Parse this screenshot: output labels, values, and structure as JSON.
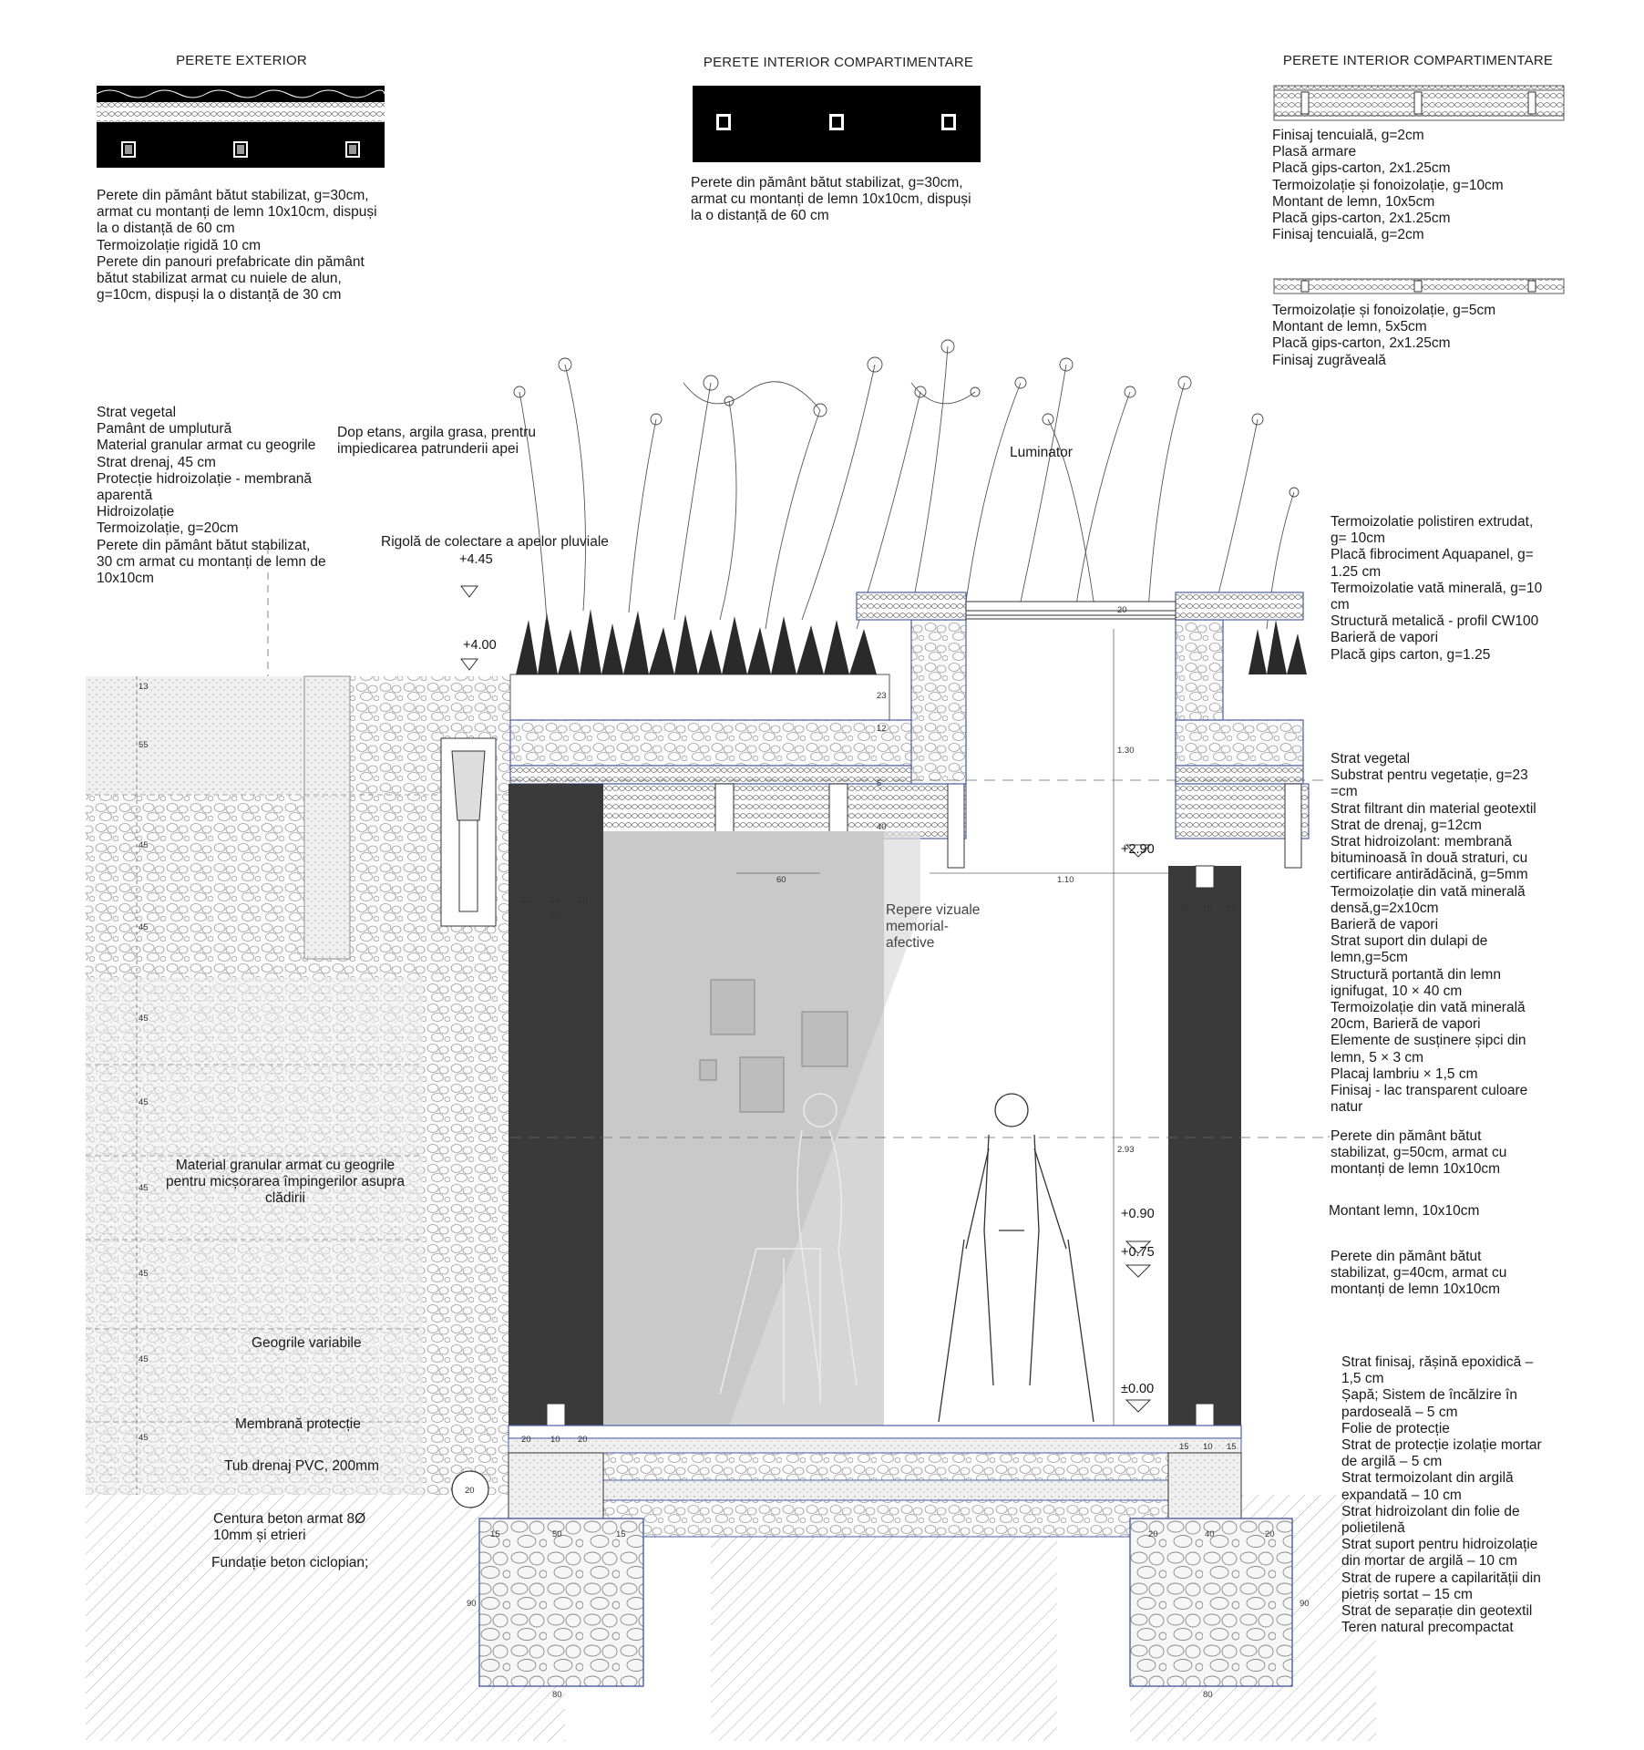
{
  "headers": {
    "exterior": "PERETE EXTERIOR",
    "interior_center": "PERETE INTERIOR  COMPARTIMENTARE",
    "interior_right": "PERETE INTERIOR  COMPARTIMENTARE"
  },
  "wall_exterior_notes": [
    "Perete din pământ bătut stabilizat, g=30cm,",
    "armat cu montanți de lemn 10x10cm, dispuși",
    "la o distanță de 60 cm",
    "Termoizolație rigidă 10 cm",
    "Perete din panouri prefabricate din pământ",
    "bătut stabilizat armat cu nuiele de alun,",
    "g=10cm, dispuși la o distanță de 30 cm"
  ],
  "wall_interior_center_notes": [
    "Perete din pământ bătut stabilizat, g=30cm,",
    "armat cu montanți de lemn 10x10cm, dispuși",
    "la o distanță de 60 cm"
  ],
  "wall_interior_right_a": [
    "Finisaj tencuială, g=2cm",
    "Plasă armare",
    "Placă gips-carton, 2x1.25cm",
    "Termoizolație și fonoizolație, g=10cm",
    "Montant de lemn, 10x5cm",
    "Placă gips-carton, 2x1.25cm",
    "Finisaj tencuială, g=2cm"
  ],
  "wall_interior_right_b": [
    "Termoizolație și fonoizolație, g=5cm",
    "Montant de lemn, 5x5cm",
    "Placă gips-carton, 2x1.25cm",
    "Finisaj zugrăveală"
  ],
  "roof_left_notes": [
    "Strat vegetal",
    "Pamânt de umplutură",
    "Material granular armat cu geogrile",
    "Strat drenaj, 45 cm",
    "Protecție hidroizolație - membrană",
    "aparentă",
    "Hidroizolație",
    "Termoizolație, g=20cm",
    "Perete din pământ bătut stabilizat,",
    "30 cm armat cu montanți de lemn de",
    "10x10cm"
  ],
  "dop_note": [
    "Dop etans, argila grasa, prentru",
    "impiedicarea patrunderii apei"
  ],
  "rigola_note": "Rigolă de colectare a apelor pluviale",
  "luminator": "Luminator",
  "skylight_notes": [
    "Termoizolatie polistiren extrudat,",
    "g= 10cm",
    "Placă fibrociment Aquapanel, g=",
    "1.25 cm",
    "Termoizolatie vată minerală, g=10",
    "cm",
    "Structură metalică - profil CW100",
    "Barieră de vapori",
    "Placă gips carton, g=1.25"
  ],
  "roof_right_notes": [
    "Strat vegetal",
    "Substrat pentru vegetație, g=23",
    "=cm",
    "Strat filtrant din material geotextil",
    "Strat de drenaj, g=12cm",
    "Strat hidroizolant: membrană",
    "bituminoasă în două straturi, cu",
    "certificare antirădăcină, g=5mm",
    "Termoizolație din vată minerală",
    "densă,g=2x10cm",
    "Barieră de vapori",
    "Strat suport din dulapi de",
    "lemn,g=5cm",
    "Structură portantă din lemn",
    "ignifugat, 10 × 40 cm",
    "Termoizolație din vată minerală",
    "20cm, Barieră de vapori",
    "Elemente de susținere șipci din",
    "lemn, 5 × 3 cm",
    "Placaj lambriu × 1,5 cm",
    "Finisaj - lac transparent culoare",
    "natur"
  ],
  "wall50_note": [
    "Perete din pământ bătut",
    "stabilizat, g=50cm, armat cu",
    "montanți de lemn 10x10cm"
  ],
  "montant_note": "Montant lemn, 10x10cm",
  "wall40_note": [
    "Perete din pământ bătut",
    "stabilizat, g=40cm, armat cu",
    "montanți de lemn 10x10cm"
  ],
  "floor_notes": [
    "Strat finisaj, rășină epoxidică –",
    "1,5 cm",
    "Șapă; Sistem de încălzire în",
    "pardoseală – 5 cm",
    "Folie de protecție",
    "Strat de protecție izolație mortar",
    "de argilă – 5 cm",
    "Strat termoizolant din argilă",
    "expandată – 10 cm",
    "Strat hidroizolant din folie de",
    "polietilenă",
    "Strat suport pentru hidroizolație",
    "din mortar de argilă – 10 cm",
    "Strat de rupere a capilarității  din",
    "pietriș sortat – 15 cm",
    "Strat de separație din geotextil",
    "Teren natural precompactat"
  ],
  "repere": [
    "Repere vizuale",
    "memorial-",
    "afective"
  ],
  "granular_note": [
    "Material granular armat cu geogrile",
    "pentru micșorarea împingerilor asupra",
    "clădirii"
  ],
  "geogrile": "Geogrile variabile",
  "membrana": "Membrană protecție",
  "tub": "Tub drenaj PVC, 200mm",
  "centura": [
    "Centura beton armat 8Ø",
    "10mm și etrieri"
  ],
  "fundatie": "Fundație beton ciclopian;",
  "levels": {
    "l445": "+4.45",
    "l400": "+4.00",
    "l290": "+2.90",
    "l090": "+0.90",
    "l075": "+0.75",
    "l000": "±0.00"
  },
  "dims": {
    "d13": "13",
    "d55": "55",
    "d45": "45",
    "d20": "20",
    "d10": "10",
    "d50": "50",
    "d15": "15",
    "d40": "40",
    "d60": "60",
    "d110": "1.10",
    "d130": "1.30",
    "d293": "2.93",
    "d23": "23",
    "d12": "12",
    "d5": "5",
    "d90": "90",
    "d80": "80"
  },
  "colors": {
    "accent": "#4a5fa8",
    "wall": "#3a3a3a",
    "shade": "#c8c8c8"
  }
}
